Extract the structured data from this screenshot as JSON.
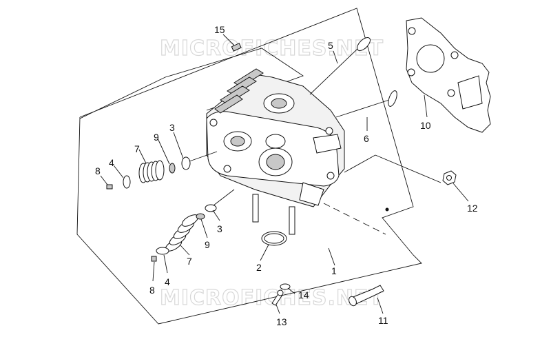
{
  "watermark": "MICROFICHES.NET",
  "callouts": [
    {
      "id": "1",
      "label": "1"
    },
    {
      "id": "2",
      "label": "2"
    },
    {
      "id": "3a",
      "label": "3"
    },
    {
      "id": "3b",
      "label": "3"
    },
    {
      "id": "4a",
      "label": "4"
    },
    {
      "id": "4b",
      "label": "4"
    },
    {
      "id": "5",
      "label": "5"
    },
    {
      "id": "6",
      "label": "6"
    },
    {
      "id": "7a",
      "label": "7"
    },
    {
      "id": "7b",
      "label": "7"
    },
    {
      "id": "8a",
      "label": "8"
    },
    {
      "id": "8b",
      "label": "8"
    },
    {
      "id": "9a",
      "label": "9"
    },
    {
      "id": "9b",
      "label": "9"
    },
    {
      "id": "10",
      "label": "10"
    },
    {
      "id": "11",
      "label": "11"
    },
    {
      "id": "12",
      "label": "12"
    },
    {
      "id": "13",
      "label": "13"
    },
    {
      "id": "14",
      "label": "14"
    },
    {
      "id": "15",
      "label": "15"
    }
  ],
  "icons": {
    "cylinder-head": "cylinder-head-icon",
    "gasket": "gasket-icon",
    "valve": "valve-icon",
    "spring": "spring-icon",
    "bolt": "bolt-icon",
    "nut": "nut-icon",
    "o-ring": "o-ring-icon"
  }
}
